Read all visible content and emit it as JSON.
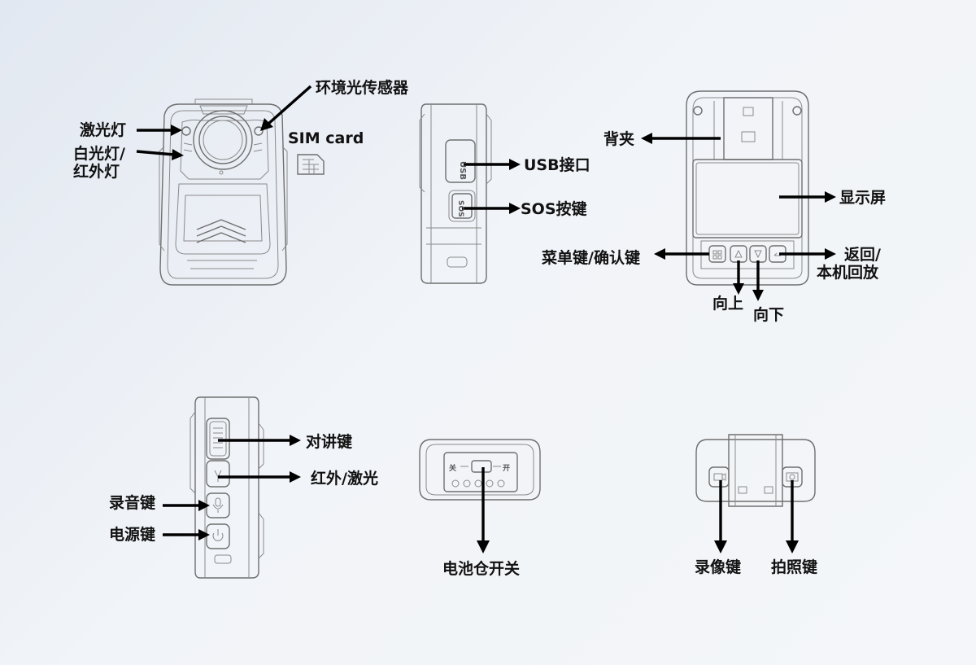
{
  "labels": {
    "laser_light": "激光灯",
    "white_ir_light_line1": "白光灯/",
    "white_ir_light_line2": "红外灯",
    "ambient_light_sensor": "环境光传感器",
    "sim_card": "SIM card",
    "usb_port": "USB接口",
    "sos_key": "SOS按键",
    "usb_side_text": "USB",
    "sos_button_text": "SOS",
    "back_clip": "背夹",
    "display_screen": "显示屏",
    "menu_confirm_key": "菜单键/确认键",
    "back_playback_line1": "返回/",
    "back_playback_line2": "本机回放",
    "up": "向上",
    "down": "向下",
    "talk_key": "对讲键",
    "ir_laser": "红外/激光",
    "audio_record_key": "录音键",
    "power_key": "电源键",
    "battery_switch": "电池仓开关",
    "switch_close": "关",
    "switch_open": "开",
    "video_record_key": "录像键",
    "photo_key": "拍照键"
  },
  "colors": {
    "line": "#6f6f6f",
    "arrow": "#000000",
    "label": "#111111"
  },
  "icons": [
    "sim-card-icon",
    "menu-grid-icon",
    "up-triangle-icon",
    "down-triangle-icon",
    "back-icon",
    "talk-icon",
    "ir-laser-icon",
    "mic-icon",
    "power-icon",
    "video-icon",
    "camera-icon"
  ]
}
